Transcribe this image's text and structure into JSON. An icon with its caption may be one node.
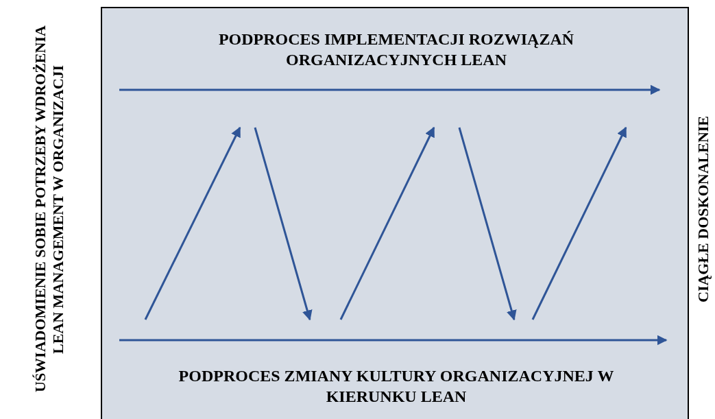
{
  "diagram": {
    "nodes": [
      {
        "text": [],
        "shape": "box"
      },
      {
        "text": [
          "PODPROCES IMPLEMENTACJI ROZWIĄZAŃ ORGANIZACYJNYCH LEAN"
        ],
        "in": 0
      },
      {
        "text": [
          "PODPROCES ZMIANY KULTURY ORGANIZACYJNEJ W KIERUNKU LEAN"
        ],
        "in": 0
      }
    ],
    "edges": [
      {
        "from": 2,
        "to": 1,
        "arrow": "to"
      },
      {
        "from": 1,
        "to": 2,
        "arrow": "to"
      },
      {
        "from": 2,
        "to": 1,
        "arrow": "to"
      },
      {
        "from": 1,
        "to": 2,
        "arrow": "to"
      },
      {
        "from": 2,
        "to": 1,
        "arrow": "to"
      }
    ],
    "labels": [
      "UŚWIADOMIENIE SOBIE POTRZEBY WDROŻENIA LEAN MANAGEMENT W ORGANIZACJI",
      "CIĄGŁE DOSKONALENIE"
    ]
  }
}
